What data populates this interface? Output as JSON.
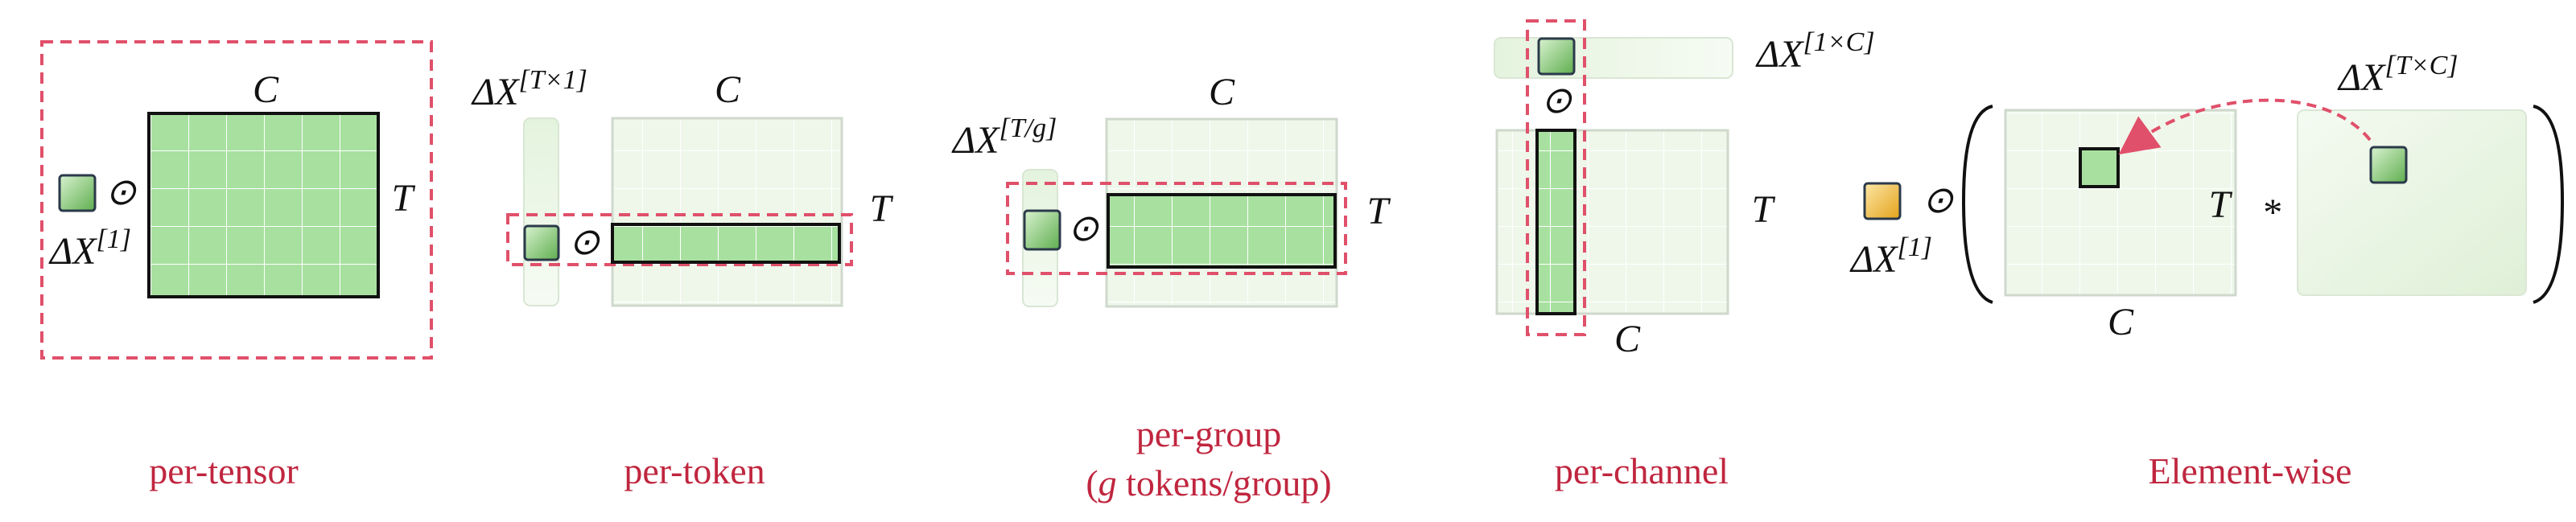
{
  "panels": {
    "per_tensor": {
      "caption": "per-tensor",
      "col_label": "C",
      "row_label": "T",
      "scale_base": "ΔX",
      "scale_sup": "[1]",
      "op": "⊙"
    },
    "per_token": {
      "caption": "per-token",
      "col_label": "C",
      "row_label": "T",
      "scale_base": "ΔX",
      "scale_sup": "[T×1]",
      "op": "⊙"
    },
    "per_group": {
      "caption_line1": "per-group",
      "caption_line2_pre": "(",
      "caption_line2_var": "g",
      "caption_line2_post": " tokens/group)",
      "col_label": "C",
      "row_label": "T",
      "scale_base": "ΔX",
      "scale_sup": "[T/g]",
      "op": "⊙"
    },
    "per_channel": {
      "caption": "per-channel",
      "col_label": "C",
      "row_label": "T",
      "scale_base": "ΔX",
      "scale_sup": "[1×C]",
      "op": "⊙"
    },
    "element_wise": {
      "caption": "Element-wise",
      "col_label": "C",
      "row_label": "T",
      "scale_base": "ΔX",
      "scale_sup": "[1]",
      "mat_base": "ΔX",
      "mat_sup": "[T×C]",
      "op": "⊙",
      "mult": "*"
    }
  },
  "colors": {
    "accent_red": "#c0263f",
    "dashed_red": "#e0506a",
    "green_fill": "#a8e0a0",
    "light_green": "#eef7ea",
    "yellow_fill": "#f2c14e"
  }
}
